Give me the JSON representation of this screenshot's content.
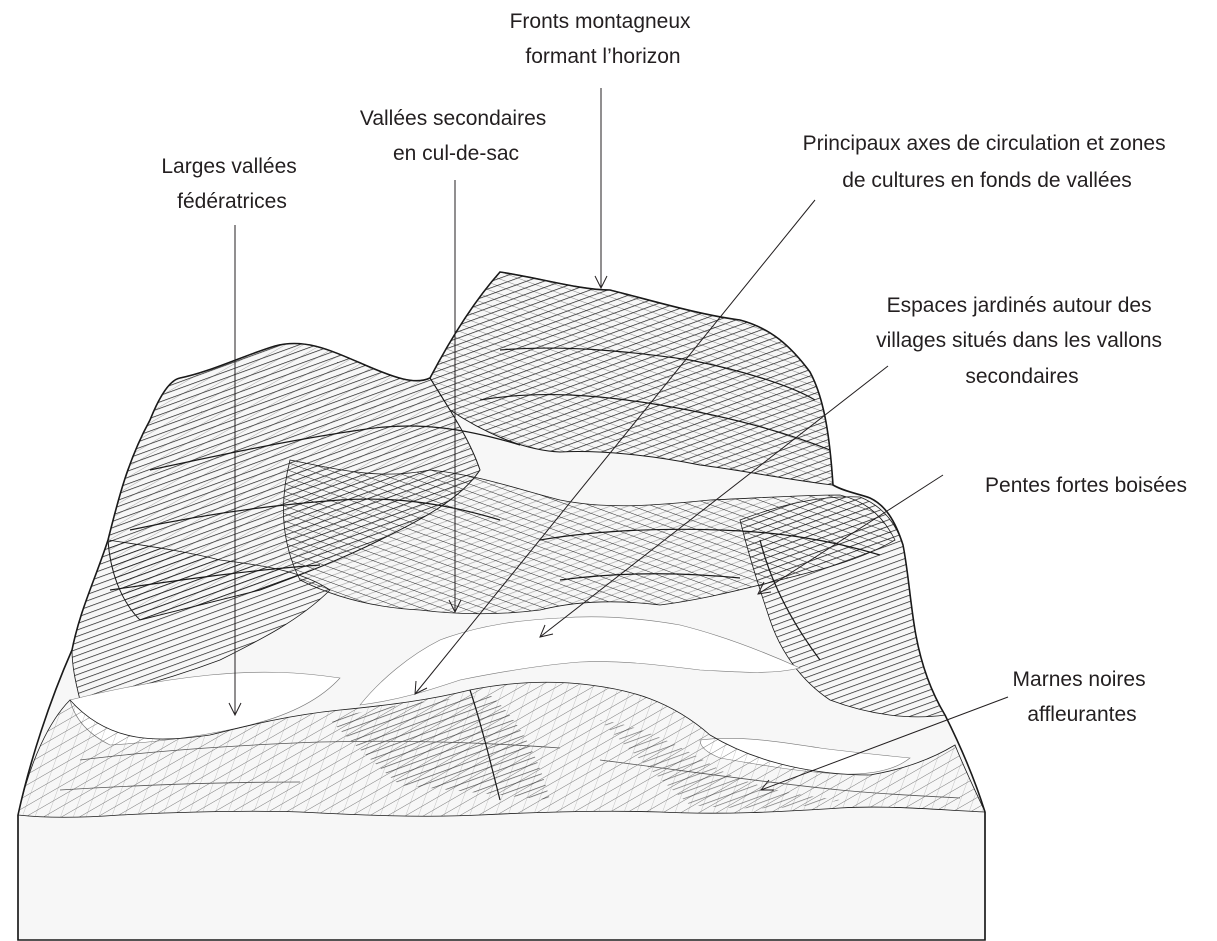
{
  "labels": [
    {
      "id": "fronts",
      "lines": [
        "Fronts montagneux",
        "formant l’horizon"
      ]
    },
    {
      "id": "vallees-secondaires",
      "lines": [
        "Vallées secondaires",
        "en cul-de-sac"
      ]
    },
    {
      "id": "larges-vallees",
      "lines": [
        "Larges vallées",
        "fédératrices"
      ]
    },
    {
      "id": "axes-circulation",
      "lines": [
        "Principaux axes de circulation et zones",
        "de cultures en fonds de vallées"
      ]
    },
    {
      "id": "espaces-jardines",
      "lines": [
        "Espaces jardinés autour des",
        "villages situés dans les vallons",
        "secondaires"
      ]
    },
    {
      "id": "pentes-fortes",
      "lines": [
        "Pentes fortes boisées"
      ]
    },
    {
      "id": "marnes-noires",
      "lines": [
        "Marnes noires",
        "affleurantes"
      ]
    }
  ],
  "colors": {
    "ink": "#231f20",
    "paper": "#ffffff",
    "hatch": "#1a1a1a"
  }
}
